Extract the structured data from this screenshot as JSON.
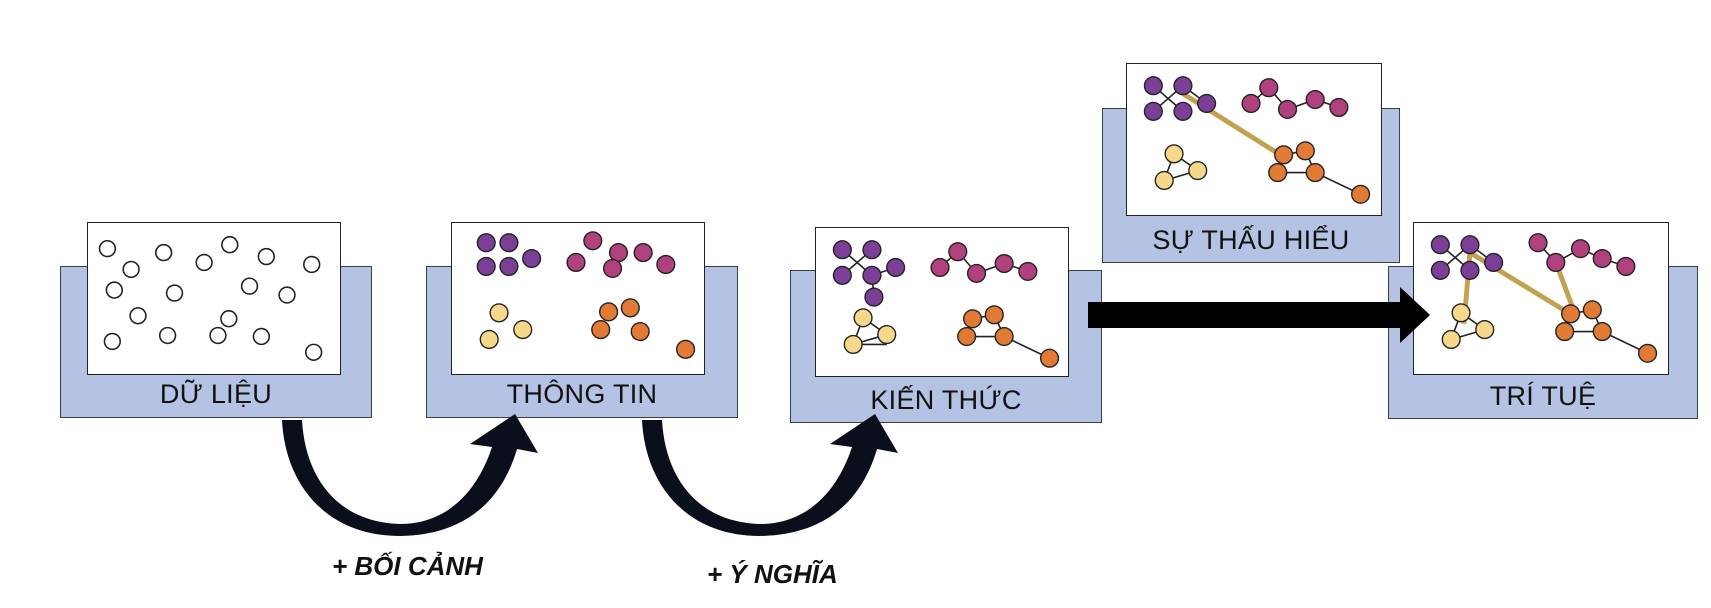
{
  "stages": {
    "data": {
      "label": "DỮ LIỆU"
    },
    "information": {
      "label": "THÔNG TIN"
    },
    "knowledge": {
      "label": "KIẾN THỨC"
    },
    "insight": {
      "label": "SỰ THẤU HIỂU"
    },
    "wisdom": {
      "label": "TRÍ TUỆ"
    }
  },
  "transitions": {
    "context": "+ BỐI CẢNH",
    "meaning": "+ Ý NGHĨA"
  },
  "colors": {
    "box_fill": "#b4c3e3",
    "purple": "#7b3f98",
    "magenta": "#b0407e",
    "yellow": "#f6d88a",
    "orange": "#e07a35",
    "gold_link": "#b89233",
    "arrow": "#000000"
  }
}
